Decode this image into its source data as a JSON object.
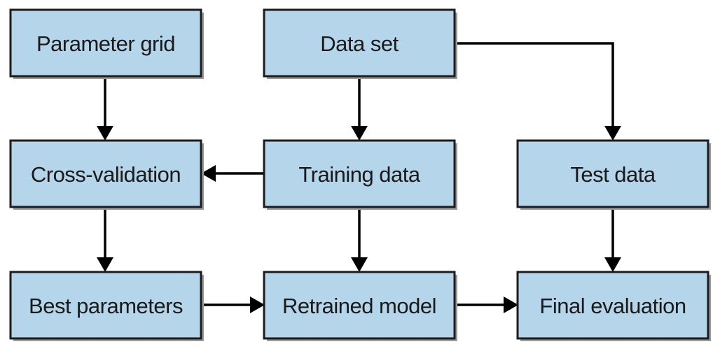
{
  "boxes": {
    "parameter_grid": "Parameter grid",
    "data_set": "Data set",
    "cross_validation": "Cross-validation",
    "training_data": "Training data",
    "test_data": "Test data",
    "best_parameters": "Best parameters",
    "retrained_model": "Retrained model",
    "final_evaluation": "Final evaluation"
  },
  "colors": {
    "box_fill": "#b4d5ea",
    "box_border": "#1c1c1c",
    "arrow": "#000000"
  }
}
